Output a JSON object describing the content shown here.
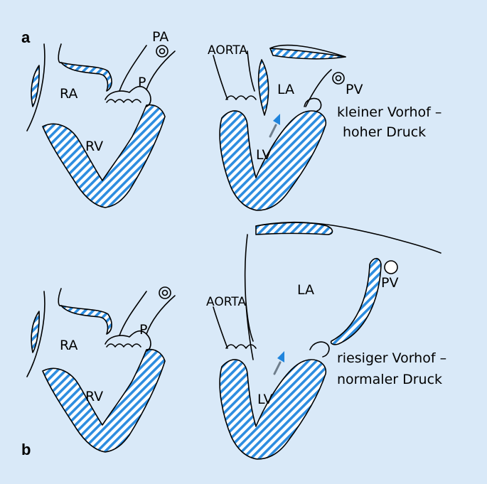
{
  "panels": {
    "a": {
      "letter": "a",
      "right_heart": {
        "ra": "RA",
        "rv": "RV",
        "p": "P",
        "pa": "PA"
      },
      "left_heart": {
        "aorta": "AORTA",
        "la": "LA",
        "lv": "LV",
        "pv": "PV"
      },
      "caption": [
        "kleiner Vorhof –",
        "hoher Druck"
      ]
    },
    "b": {
      "letter": "b",
      "right_heart": {
        "ra": "RA",
        "rv": "RV",
        "p": "P"
      },
      "left_heart": {
        "aorta": "AORTA",
        "la": "LA",
        "lv": "LV",
        "pv": "PV"
      },
      "caption": [
        "riesiger Vorhof –",
        "normaler Druck"
      ]
    }
  },
  "colors": {
    "background": "#d9e9f8",
    "hatch": "#2d8de0",
    "arrow_head": "#1f84dc",
    "arrow_shaft": "#6f7e8c"
  }
}
